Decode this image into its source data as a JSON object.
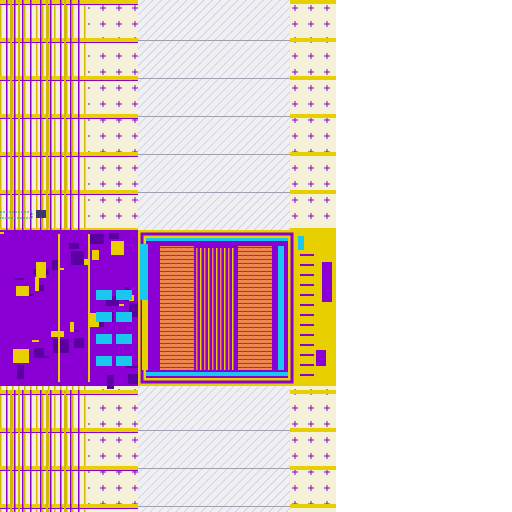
{
  "view": {
    "kind": "ic-layout-viewer",
    "background": "#ffffff"
  },
  "layers": {
    "metal_fill": "#f5f0d8",
    "metal_edge": "#d4b800",
    "metal_yellow": "#e8d000",
    "via_purple": "#8a00d4",
    "via_dark": "#5a00a0",
    "poly_orange": "#f08a4a",
    "diff_cyan": "#19c8ee",
    "hatch_gray": "#b8b8c8",
    "channel_bg": "#f0f0f4",
    "marker_teal": "#2a9a9a"
  },
  "regions": {
    "upper_cells": "standard-cell-rows",
    "routing_channel": "hatched-routing-channel",
    "core_block": "dense-logic-core",
    "memory_block": "orange-array-block",
    "lower_cells": "standard-cell-rows"
  }
}
